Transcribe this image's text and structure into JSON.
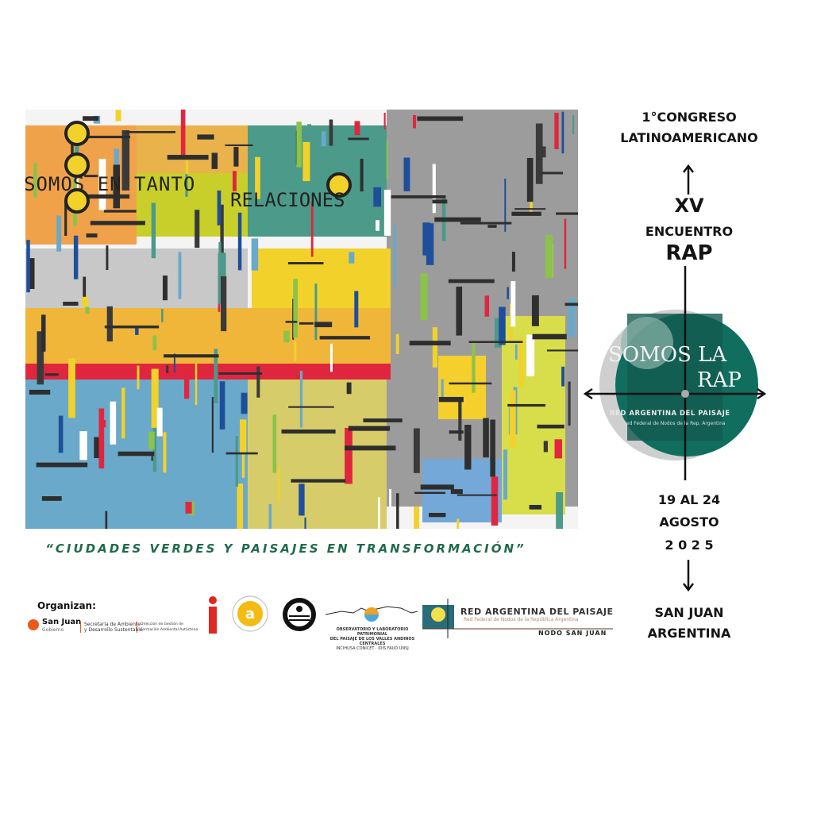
{
  "artwork": {
    "title": "SOMOS EN TANTO",
    "title2": "RELACIONES"
  },
  "caption": "“CIUDADES VERDES Y PAISAJES EN TRANSFORMACIÓN”",
  "event": {
    "line1": "1°CONGRESO",
    "line2": "LATINOAMERICANO",
    "edition": "XV",
    "encuentro": "ENCUENTRO",
    "rap": "RAP",
    "dates": "19 AL 24",
    "month": "AGOSTO",
    "year": "2 0 2 5",
    "city": "SAN JUAN",
    "country": "ARGENTINA"
  },
  "badge": {
    "title1": "SOMOS LA",
    "title2": "RAP",
    "org": "RED ARGENTINA DEL PAISAJE",
    "sub": "Red Federal de Nodos de la Rep. Argentina"
  },
  "sponsors": {
    "label": "Organizan:",
    "san_juan": "San Juan",
    "gobierno": "Gobierno",
    "secretaria1": "Secretaría de Ambiente",
    "secretaria2": "y Desarrollo Sustentable",
    "direccion1": "Dirección de Gestión de",
    "direccion2": "Formación Ambiental Autóctona",
    "observatorio1": "OBSERVATORIO Y LABORATORIO PATRIMONIAL",
    "observatorio2": "DEL PAISAJE DE LOS VALLES ANDINOS CENTRALES",
    "observatorio3": "INCIHUSA CONICET · IDIS FAUD UNSJ",
    "rap_logo_title": "RED ARGENTINA DEL PAISAJE",
    "rap_logo_sub": "Red Federal de Nodos de la República Argentina",
    "rap_logo_node": "NODO SAN JUAN"
  },
  "colors": {
    "teal": "#0f6e5e",
    "caption": "#1f6b4b"
  }
}
